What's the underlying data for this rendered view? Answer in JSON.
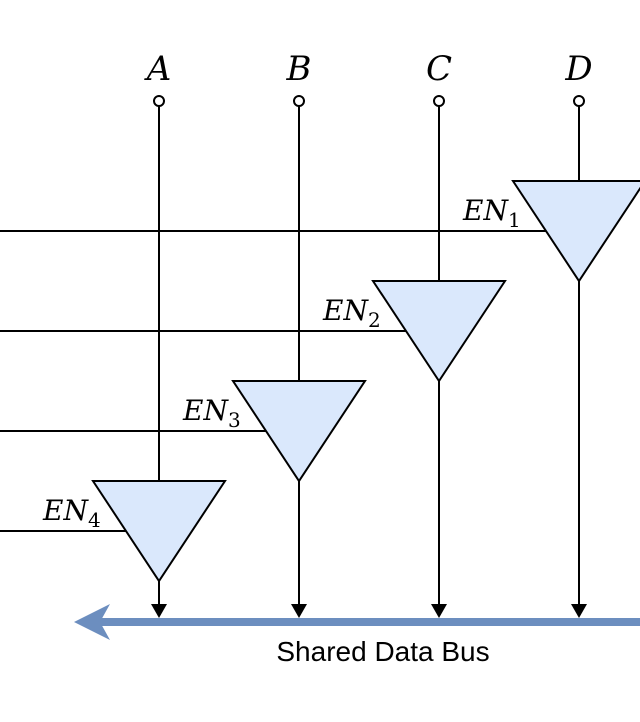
{
  "inputs": [
    {
      "name": "A"
    },
    {
      "name": "B"
    },
    {
      "name": "C"
    },
    {
      "name": "D"
    }
  ],
  "enables": [
    {
      "base": "EN",
      "sub": "4"
    },
    {
      "base": "EN",
      "sub": "3"
    },
    {
      "base": "EN",
      "sub": "2"
    },
    {
      "base": "EN",
      "sub": "1"
    }
  ],
  "bus": {
    "label": "Shared Data Bus"
  },
  "colors": {
    "buffer_fill": "#dae8fc",
    "bus": "#6c8ebf",
    "line": "#000000"
  }
}
